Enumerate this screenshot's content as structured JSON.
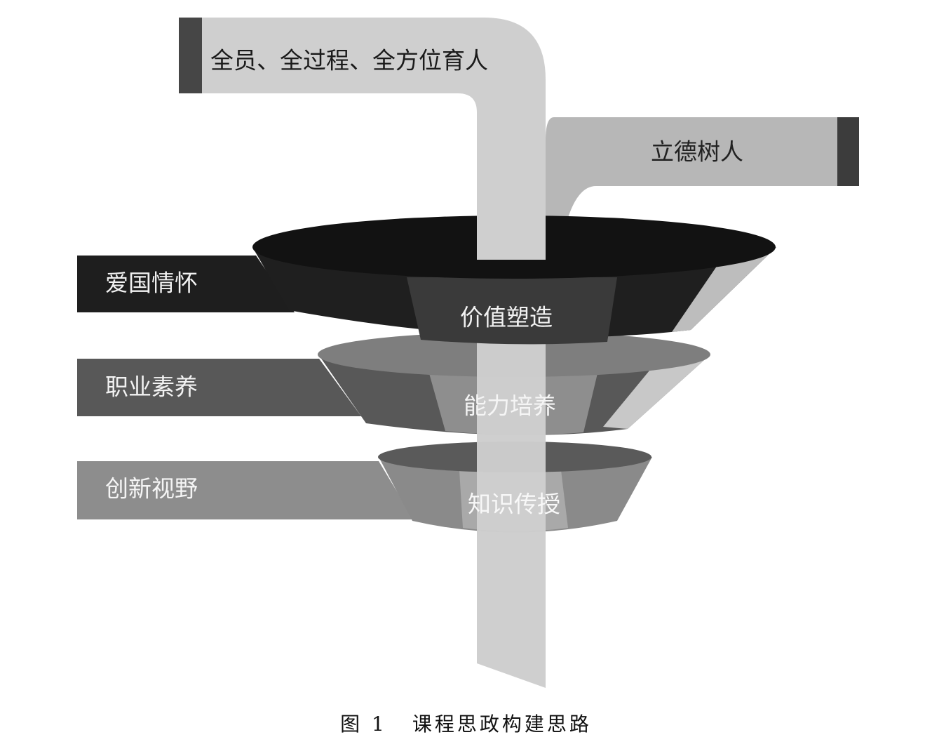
{
  "diagram": {
    "top_banner": "全员、全过程、全方位育人",
    "right_banner": "立德树人",
    "left_labels": [
      "爱国情怀",
      "职业素养",
      "创新视野"
    ],
    "funnel_labels": [
      "价值塑造",
      "能力培养",
      "知识传授"
    ]
  },
  "caption": {
    "figure_number": "图 1",
    "title": "课程思政构建思路"
  }
}
